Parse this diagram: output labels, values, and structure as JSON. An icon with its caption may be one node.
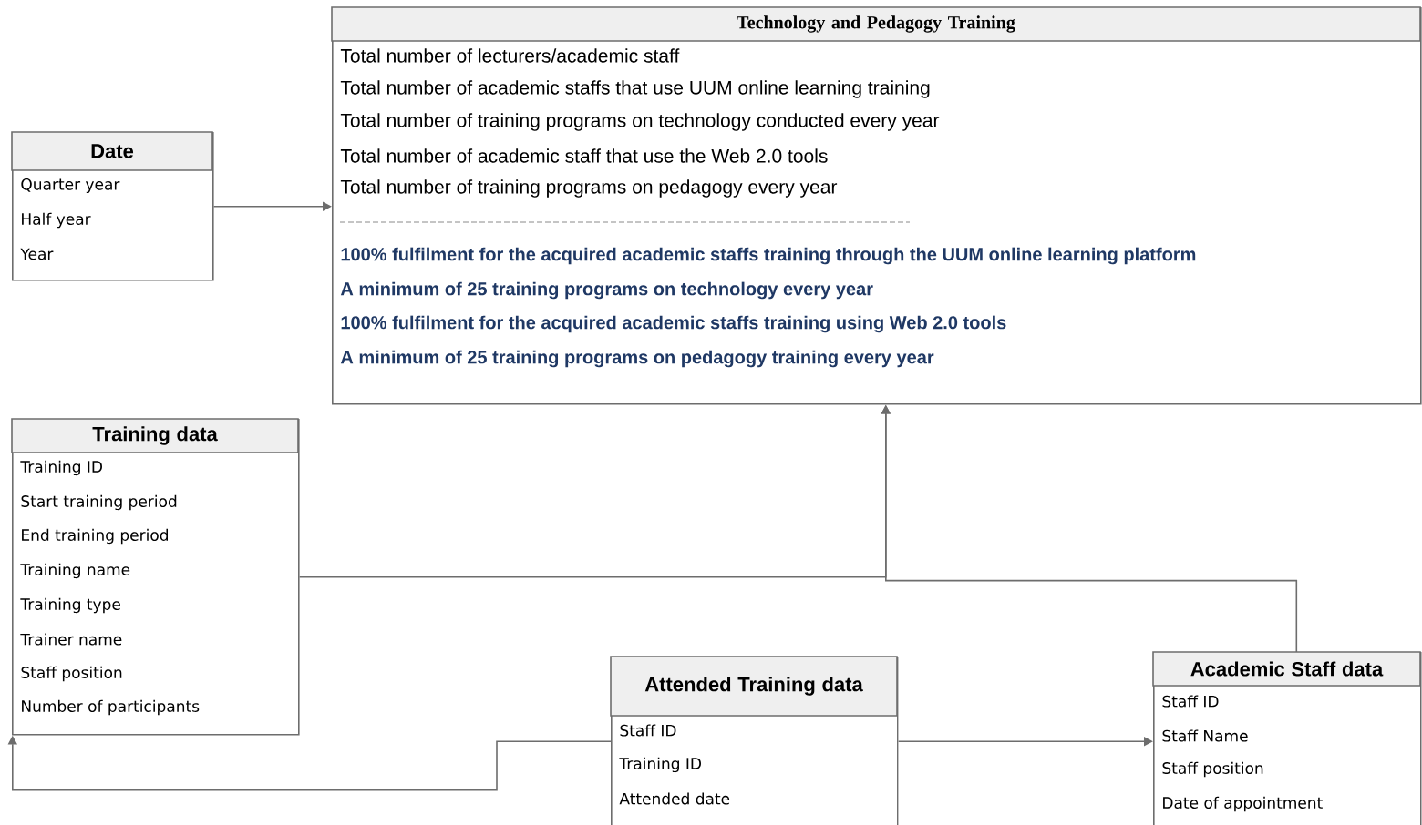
{
  "diagram": {
    "nodes": [
      {
        "text": [
          "Technology and Pedagogy Training",
          "Total number of lecturers/academic staff",
          "Total number of academic staffs that use UUM online learning training",
          "Total number of training programs on technology conducted every year",
          "Total number of academic staff that use the Web 2.0 tools",
          "Total number of training programs on pedagogy every year",
          "100% fulfilment for the acquired academic staffs training through the UUM online learning platform",
          "A minimum of 25 training programs on technology every year",
          "100% fulfilment for the acquired academic staffs training using Web 2.0 tools",
          "A minimum of 25 training programs on pedagogy training every year"
        ]
      },
      {
        "text": [
          "Date",
          "Quarter year",
          "Half year",
          "Year"
        ]
      },
      {
        "text": [
          "Training data",
          "Training ID",
          "Start training period",
          "End training period",
          "Training name",
          "Training type",
          "Trainer  name",
          "Staff position",
          "Number of participants"
        ]
      },
      {
        "text": [
          "Attended Training data",
          "Staff ID",
          "Training ID",
          "Attended date"
        ]
      },
      {
        "text": [
          "Academic Staff data",
          "Staff ID",
          "Staff Name",
          "Staff position",
          "Date of appointment"
        ]
      }
    ],
    "edges": [
      {
        "from": 1,
        "to": 0,
        "arrow": "to"
      },
      {
        "from": 2,
        "to": 0,
        "arrow": "to"
      },
      {
        "from": 4,
        "to": 0,
        "arrow": "to"
      },
      {
        "from": 3,
        "to": 2,
        "arrow": "to"
      },
      {
        "from": 3,
        "to": 4,
        "arrow": "to"
      }
    ]
  }
}
